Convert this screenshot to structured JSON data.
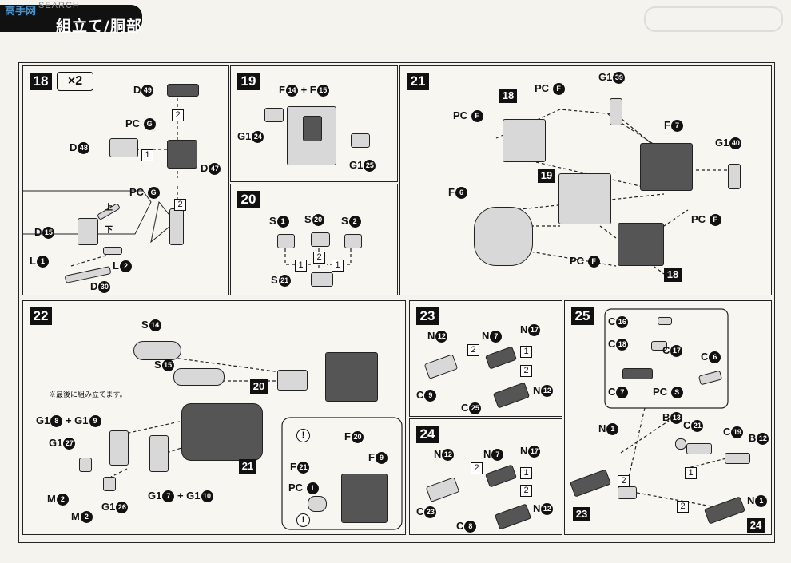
{
  "header": {
    "watermark": "高手网",
    "watermark_sub": "SEARCH",
    "title": "組立て/胴部"
  },
  "steps": {
    "s18": {
      "number": "18",
      "multiplier": "×2",
      "labels": {
        "d49": "49",
        "pcg1": "G",
        "d48": "48",
        "d47": "47",
        "pcg2": "G",
        "d15": "15",
        "l1": "1",
        "l2": "2",
        "d30": "30",
        "up": "上",
        "down": "下"
      },
      "boxes": [
        "2",
        "1",
        "2"
      ]
    },
    "s19": {
      "number": "19",
      "labels": {
        "f14": "14",
        "f15": "15",
        "g124": "24",
        "g125": "25"
      }
    },
    "s20": {
      "number": "20",
      "labels": {
        "s1": "1",
        "s20": "20",
        "s2": "2",
        "s21": "21"
      },
      "boxes": [
        "1",
        "2",
        "1"
      ]
    },
    "s21": {
      "number": "21",
      "labels": {
        "pcf1": "F",
        "pcf2": "F",
        "g139": "39",
        "f7": "7",
        "pcf3": "F",
        "g140": "40",
        "f6": "6",
        "pcf4": "F",
        "ref18a": "18",
        "ref19": "19",
        "ref18b": "18"
      }
    },
    "s22": {
      "number": "22",
      "note": "※最後に組み立てます。",
      "labels": {
        "s14": "14",
        "s15": "15",
        "g18": "8",
        "g19": "9",
        "g127": "27",
        "m2a": "2",
        "m2b": "2",
        "g126": "26",
        "g17": "7",
        "g110": "10",
        "f21": "21",
        "f20": "20",
        "f9": "9",
        "pci": "I",
        "ref20": "20",
        "ref21": "21"
      }
    },
    "s23": {
      "number": "23",
      "labels": {
        "n12a": "12",
        "n7": "7",
        "n17": "17",
        "c9": "9",
        "n12b": "12",
        "c25": "25"
      },
      "boxes": [
        "2",
        "1",
        "2"
      ]
    },
    "s24": {
      "number": "24",
      "labels": {
        "n12a": "12",
        "n7": "7",
        "n17": "17",
        "c23": "23",
        "n12b": "12",
        "c8": "8"
      },
      "boxes": [
        "2",
        "1",
        "2"
      ]
    },
    "s25": {
      "number": "25",
      "labels": {
        "c16": "16",
        "c18": "18",
        "c17": "17",
        "c6": "6",
        "c7": "7",
        "pcs": "S",
        "n1a": "1",
        "b13": "13",
        "c21": "21",
        "c19": "19",
        "b12": "12",
        "n1b": "1",
        "ref23": "23",
        "ref24": "24"
      },
      "boxes": [
        "2",
        "1",
        "2"
      ]
    }
  }
}
